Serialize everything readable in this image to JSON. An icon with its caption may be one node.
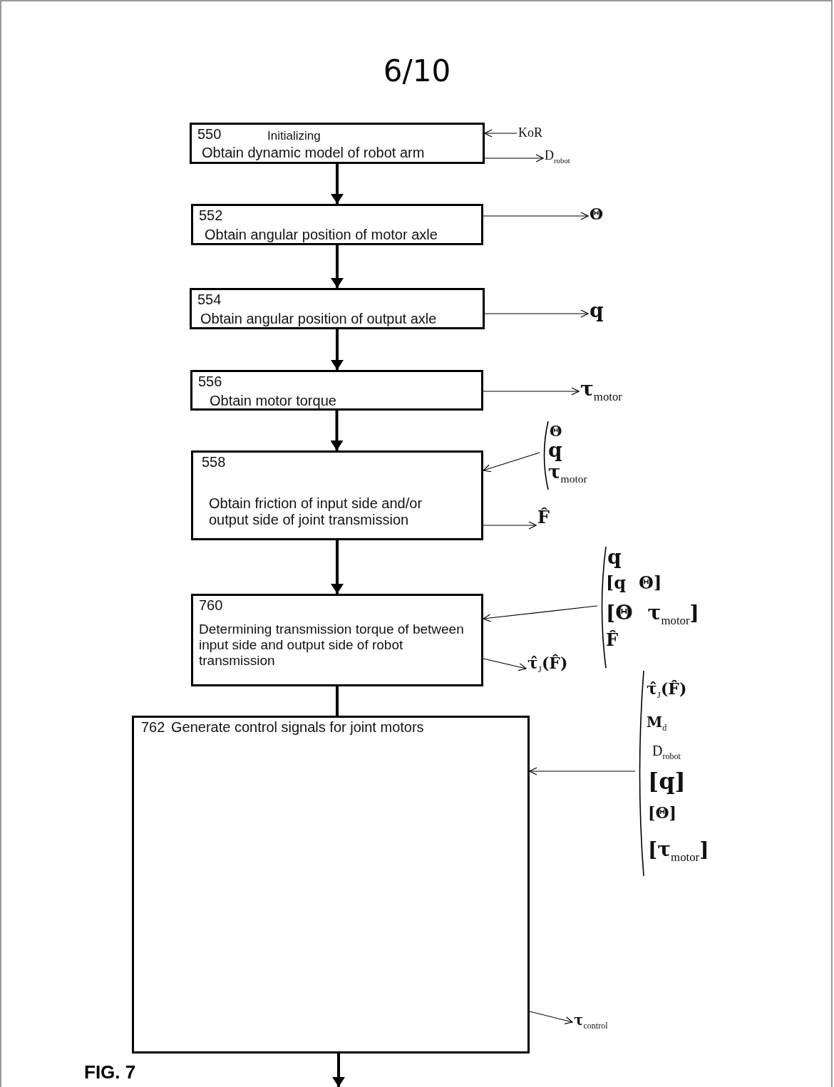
{
  "diagram": {
    "title": "6/10",
    "nodes": [
      {
        "text": [
          "550",
          "Initializing",
          "Obtain dynamic model of robot arm"
        ]
      },
      {
        "text": [
          "KoR"
        ]
      },
      {
        "text": [
          "D$_{robot}$"
        ]
      },
      {
        "text": [
          "552",
          "Obtain angular position of motor axle"
        ]
      },
      {
        "text": [
          "Θ"
        ]
      },
      {
        "text": [
          "554",
          "Obtain angular position of output axle"
        ]
      },
      {
        "text": [
          "q"
        ]
      },
      {
        "text": [
          "556",
          "Obtain motor torque"
        ]
      },
      {
        "text": [
          "τ$_{motor}$"
        ]
      },
      {
        "text": [
          "558",
          "Obtain friction of input side and/or output side of joint transmission"
        ]
      },
      {
        "text": [
          "Θ",
          "q",
          "τ$_{motor}$"
        ]
      },
      {
        "text": [
          "F̂"
        ]
      },
      {
        "text": [
          "760",
          "Determining transmission torque of between input side and output side of robot transmission"
        ]
      },
      {
        "text": [
          "q",
          "[q Θ]",
          "[Θ τ$_{motor}$]",
          "F̂"
        ]
      },
      {
        "text": [
          "τ̂$_{J}$(F̂)"
        ]
      },
      {
        "text": [
          "762",
          "Generate control signals for joint motors"
        ]
      },
      {
        "text": [
          "τ̂$_{J}$(F̂)",
          "M$_{d}$",
          "D$_{robot}$",
          "[q]",
          "[Θ]",
          "[τ$_{motor}$]"
        ]
      },
      {
        "text": [
          "τ$_{control}$"
        ]
      }
    ],
    "edges": [
      {
        "from": 1,
        "to": 0,
        "arrow": "to"
      },
      {
        "from": 0,
        "to": 2,
        "arrow": "to"
      },
      {
        "from": 0,
        "to": 3,
        "arrow": "to",
        "style": "thick"
      },
      {
        "from": 3,
        "to": 4,
        "arrow": "to"
      },
      {
        "from": 3,
        "to": 5,
        "arrow": "to",
        "style": "thick"
      },
      {
        "from": 5,
        "to": 6,
        "arrow": "to"
      },
      {
        "from": 5,
        "to": 7,
        "arrow": "to",
        "style": "thick"
      },
      {
        "from": 7,
        "to": 8,
        "arrow": "to"
      },
      {
        "from": 7,
        "to": 9,
        "arrow": "to",
        "style": "thick"
      },
      {
        "from": 10,
        "to": 9,
        "arrow": "to"
      },
      {
        "from": 9,
        "to": 11,
        "arrow": "to"
      },
      {
        "from": 9,
        "to": 12,
        "arrow": "to",
        "style": "thick"
      },
      {
        "from": 13,
        "to": 12,
        "arrow": "to"
      },
      {
        "from": 12,
        "to": 14,
        "arrow": "to"
      },
      {
        "from": 12,
        "to": 15,
        "arrow": "none",
        "style": "thick"
      },
      {
        "from": 16,
        "to": 15,
        "arrow": "to"
      },
      {
        "from": 15,
        "to": 17,
        "arrow": "to"
      },
      {
        "from": 15,
        "to": null,
        "arrow": "to",
        "style": "thick"
      }
    ],
    "labels": [
      "FIG. 7"
    ]
  }
}
